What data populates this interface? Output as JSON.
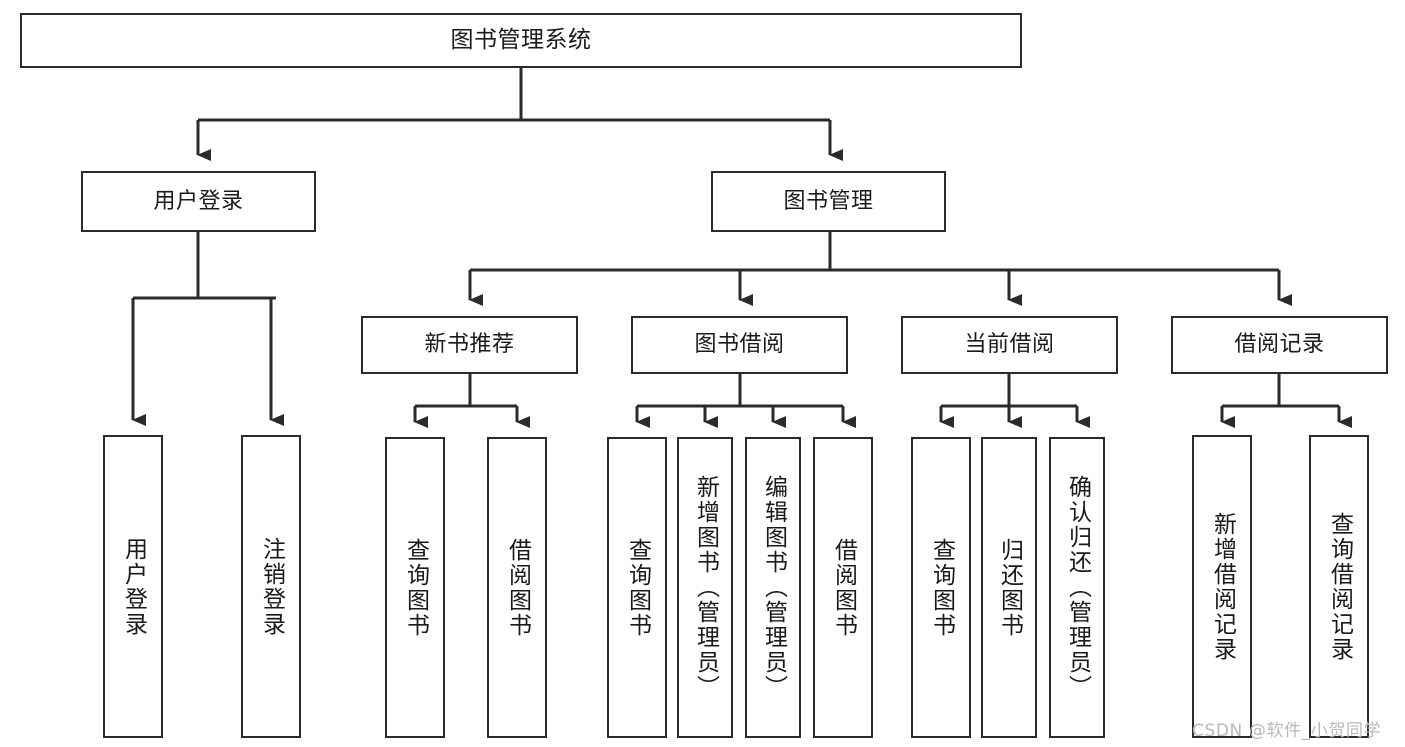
{
  "diagram": {
    "title": "图书管理系统",
    "type": "tree-hierarchy-chart",
    "watermark": "CSDN @软件_小贺同学",
    "colors": {
      "box_border": "#2b2b2b",
      "box_fill": "#ffffff",
      "connector": "#2b2b2b",
      "text": "#1a1a1a",
      "watermark": "#b9b9b9",
      "canvas": "#ffffff"
    },
    "nodes": {
      "root": {
        "label": "图书管理系统"
      },
      "level2": [
        {
          "id": "user-login",
          "label": "用户登录"
        },
        {
          "id": "book-manage",
          "label": "图书管理"
        }
      ],
      "level3": [
        {
          "id": "new-book-recommend",
          "label": "新书推荐"
        },
        {
          "id": "book-borrow",
          "label": "图书借阅"
        },
        {
          "id": "current-borrow",
          "label": "当前借阅"
        },
        {
          "id": "borrow-record",
          "label": "借阅记录"
        }
      ],
      "leaves": {
        "user-login": [
          {
            "id": "leaf-user-login",
            "label": "用户登录"
          },
          {
            "id": "leaf-logout-login",
            "label": "注销登录"
          }
        ],
        "new-book-recommend": [
          {
            "id": "leaf-query-book-1",
            "label": "查询图书"
          },
          {
            "id": "leaf-borrow-book-1",
            "label": "借阅图书"
          }
        ],
        "book-borrow": [
          {
            "id": "leaf-query-book-2",
            "label": "查询图书"
          },
          {
            "id": "leaf-add-book",
            "label": "新增图书（管理员）"
          },
          {
            "id": "leaf-edit-book",
            "label": "编辑图书（管理员）"
          },
          {
            "id": "leaf-borrow-book-2",
            "label": "借阅图书"
          }
        ],
        "current-borrow": [
          {
            "id": "leaf-query-book-3",
            "label": "查询图书"
          },
          {
            "id": "leaf-return-book",
            "label": "归还图书"
          },
          {
            "id": "leaf-confirm-return",
            "label": "确认归还（管理员）"
          }
        ],
        "borrow-record": [
          {
            "id": "leaf-add-record",
            "label": "新增借阅记录"
          },
          {
            "id": "leaf-query-record",
            "label": "查询借阅记录"
          }
        ]
      }
    }
  }
}
